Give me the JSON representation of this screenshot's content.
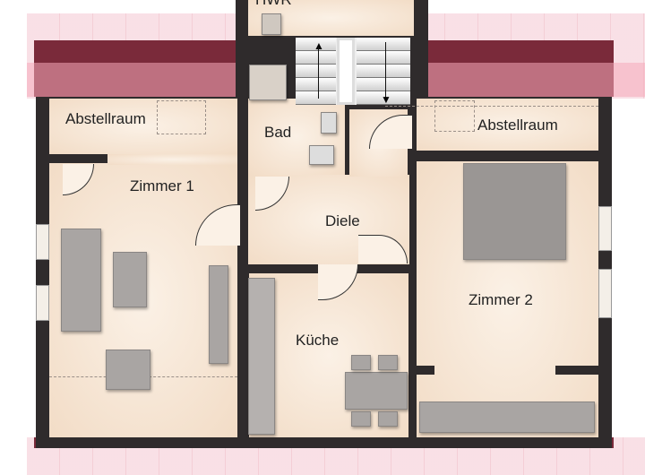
{
  "plan": {
    "rooms": {
      "hwr": "HWR",
      "abstellraum_left": "Abstellraum",
      "abstellraum_right": "Abstellraum",
      "bad": "Bad",
      "zimmer1": "Zimmer 1",
      "diele": "Diele",
      "kueche": "Küche",
      "zimmer2": "Zimmer 2"
    },
    "colors": {
      "wall": "#2f2b2c",
      "floor": "#f5e3d0",
      "roof": "#7a2a3a",
      "roof_overlay": "#f3c9d2"
    }
  }
}
